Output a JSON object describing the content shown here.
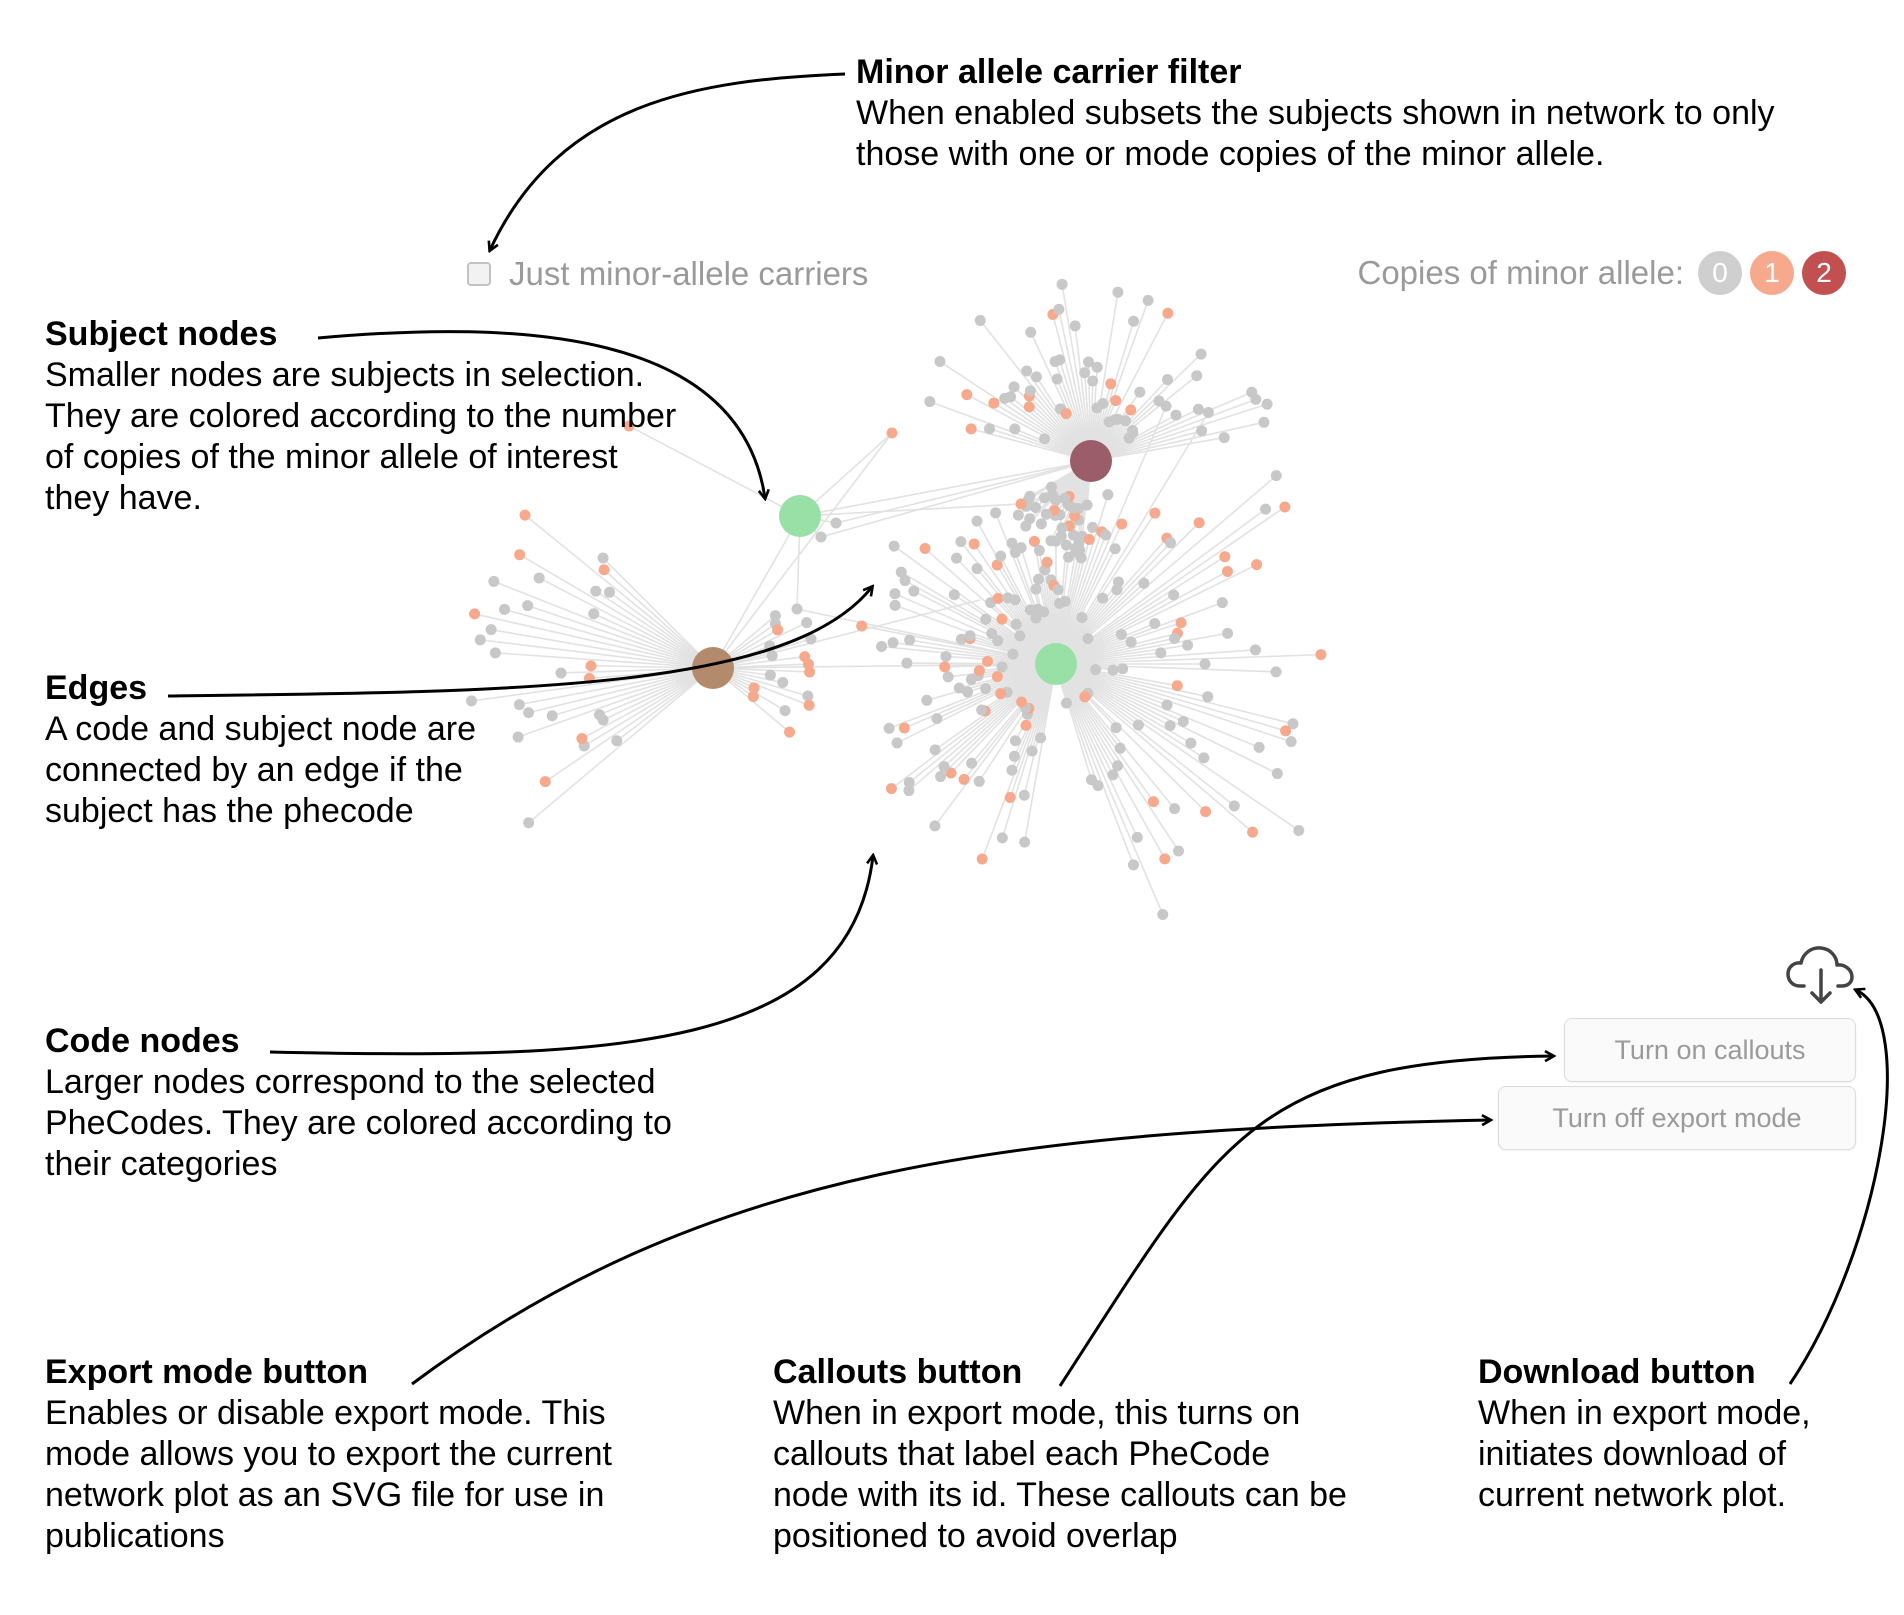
{
  "annotations": {
    "minor_filter": {
      "title": "Minor allele carrier filter",
      "desc": "When enabled subsets the subjects shown in network to only those with one or mode copies of the minor allele."
    },
    "subject_nodes": {
      "title": "Subject nodes",
      "desc": "Smaller nodes are subjects in selection. They are colored according to the number of copies of the minor allele of interest they have."
    },
    "edges": {
      "title": "Edges",
      "desc": "A code and subject node are connected by an edge if the subject has the phecode"
    },
    "code_nodes": {
      "title": "Code nodes",
      "desc": "Larger nodes correspond to the selected PheCodes. They are colored according to their categories"
    },
    "export_button": {
      "title": "Export mode button",
      "desc": "Enables or disable export mode. This mode allows you to export the current network plot as an SVG file for use in publications"
    },
    "callouts_button": {
      "title": "Callouts button",
      "desc": "When in export mode, this turns on callouts that label each PheCode node with its id. These callouts can be positioned to avoid overlap"
    },
    "download_button": {
      "title": "Download button",
      "desc": "When in export mode, initiates download of current network plot."
    }
  },
  "controls": {
    "filter_label": "Just minor-allele carriers",
    "legend_label": "Copies of minor allele:",
    "legend_badges": [
      {
        "label": "0",
        "color": "#cfcfcf"
      },
      {
        "label": "1",
        "color": "#f6a98c"
      },
      {
        "label": "2",
        "color": "#c35050"
      }
    ],
    "callouts_button": "Turn on callouts",
    "export_button": "Turn off export mode",
    "download_icon": "cloud-download-icon"
  },
  "colors": {
    "subject_0": "#c8c8c8",
    "subject_1": "#f6a98c",
    "edge": "#e2e2e2",
    "code_green": "#98e0a6",
    "code_maroon": "#9a5d69",
    "code_brown": "#b48a6c"
  }
}
